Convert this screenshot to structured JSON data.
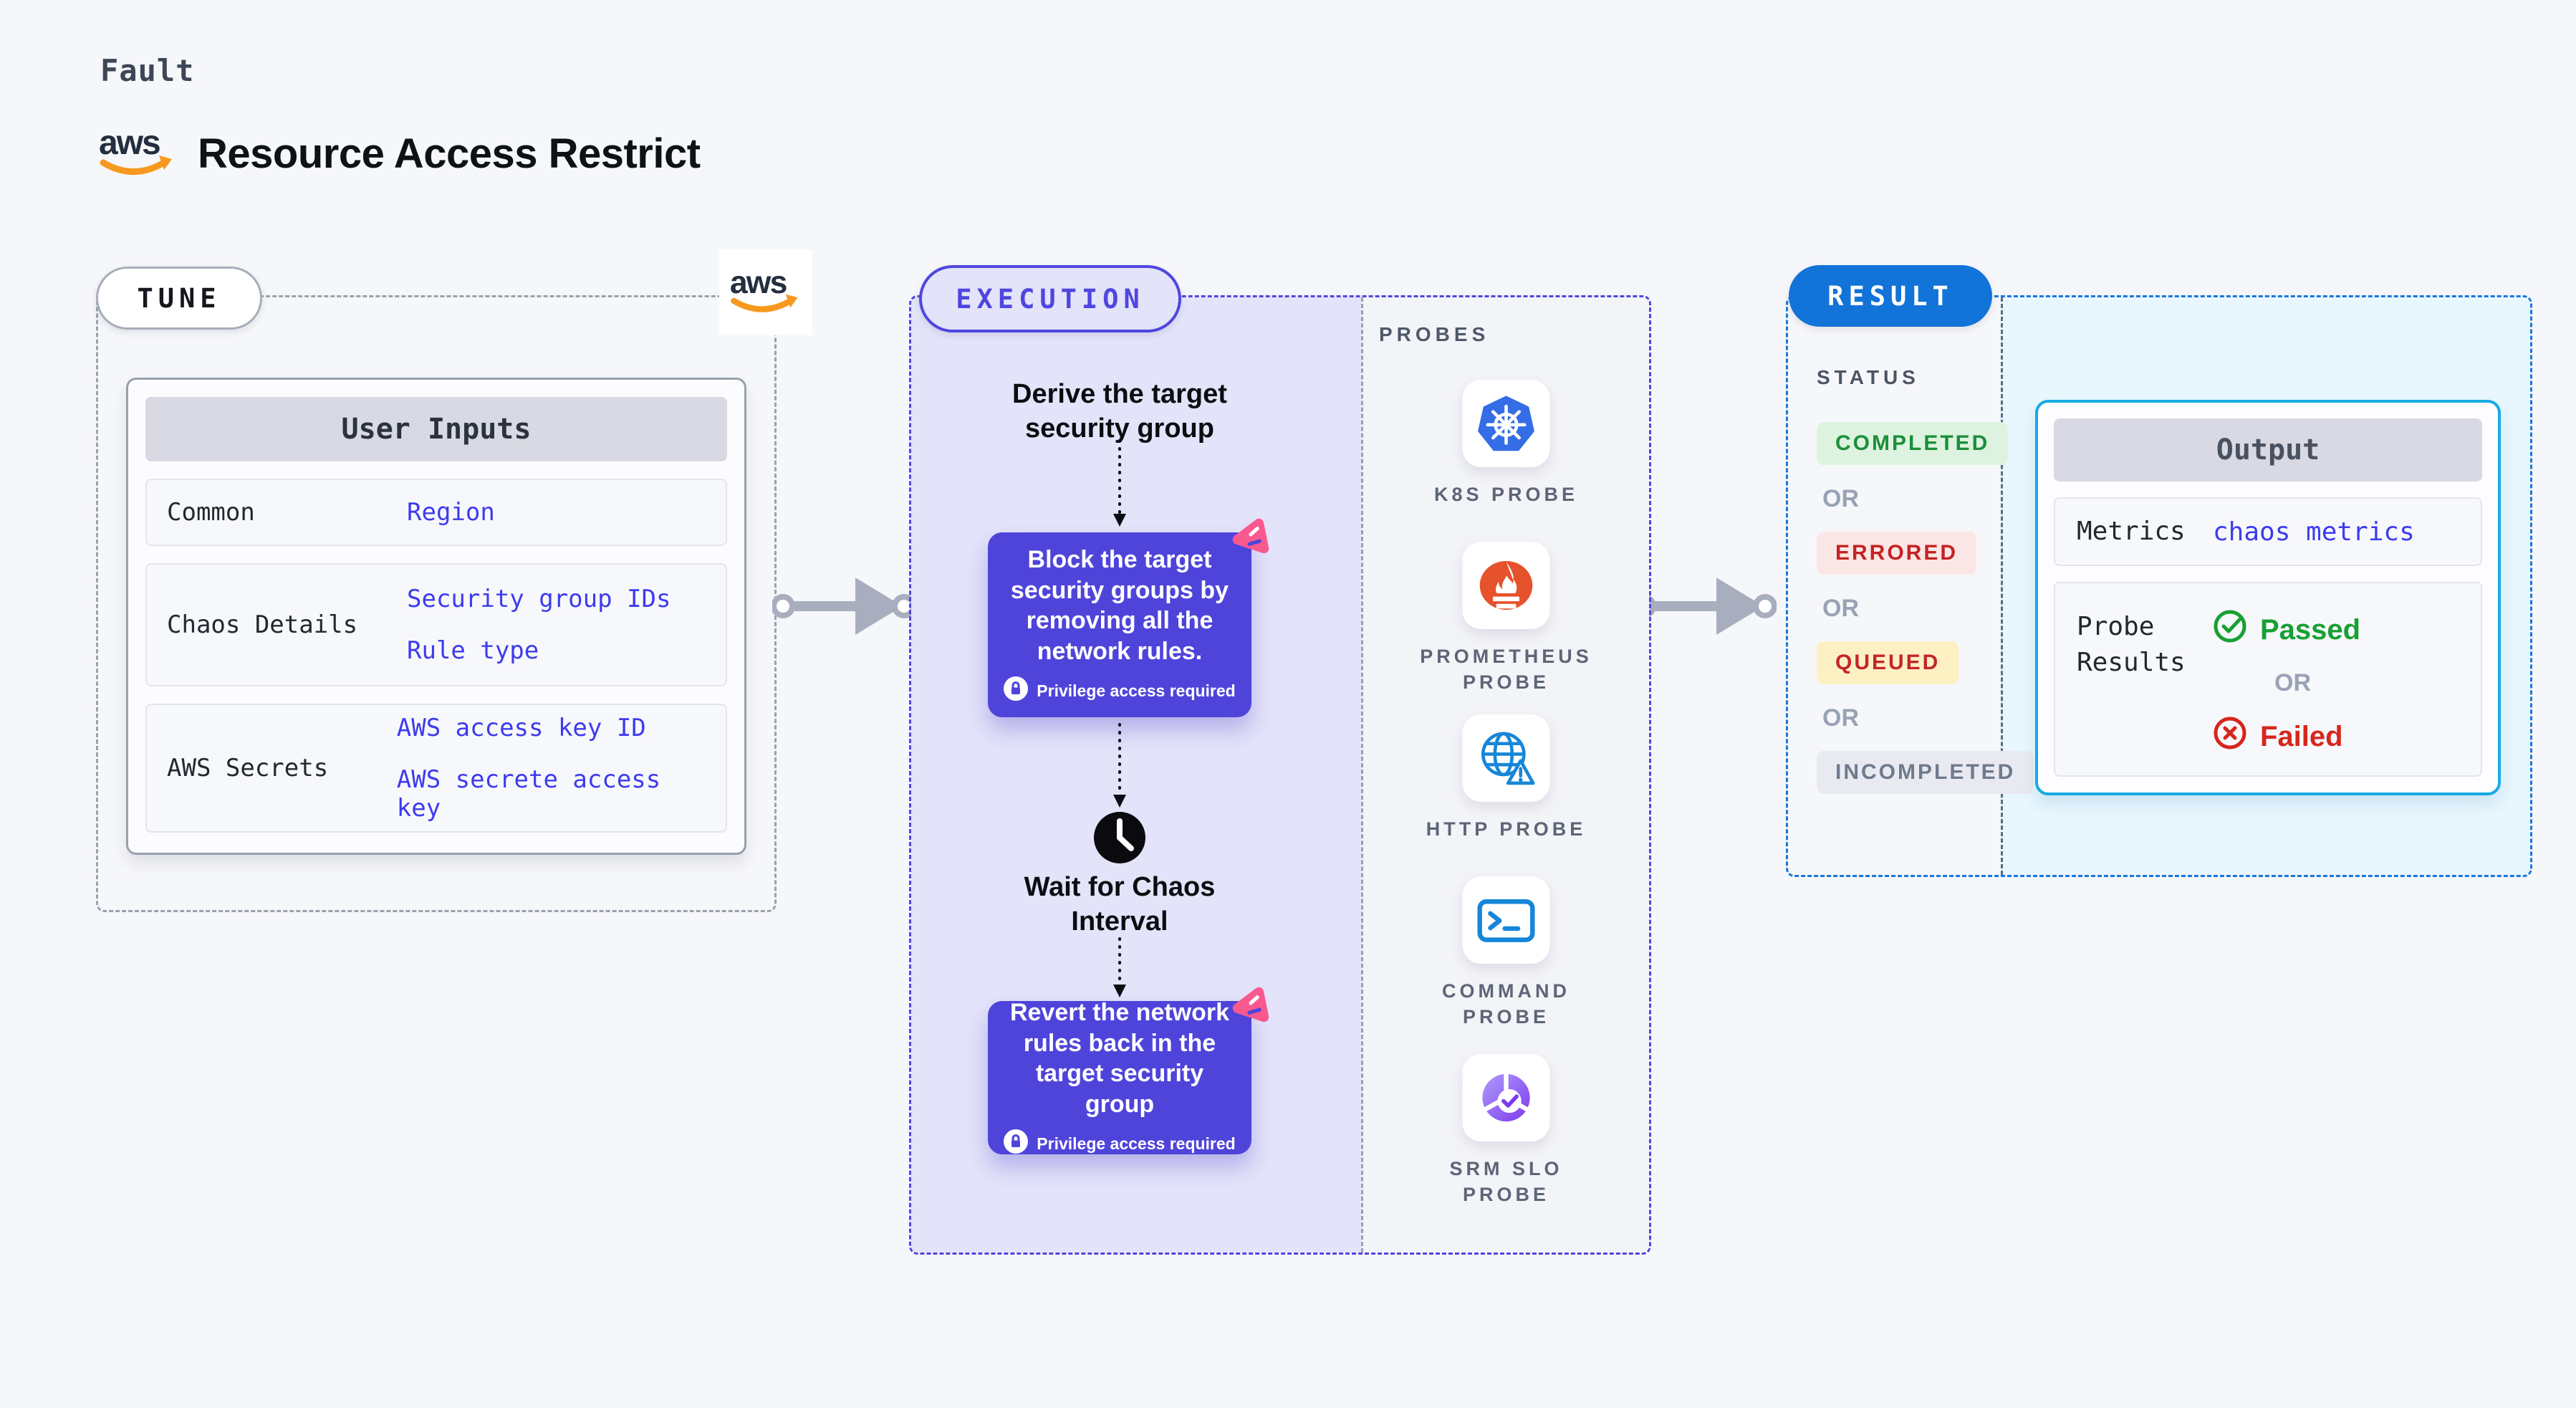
{
  "header": {
    "eyebrow": "Fault",
    "title": "Resource Access Restrict",
    "brand": "aws"
  },
  "tune": {
    "pill_label": "TUNE",
    "user_inputs": {
      "header": "User Inputs",
      "rows": [
        {
          "label": "Common",
          "values": [
            "Region"
          ]
        },
        {
          "label": "Chaos Details",
          "values": [
            "Security group IDs",
            "Rule type"
          ]
        },
        {
          "label": "AWS Secrets",
          "values": [
            "AWS access key ID",
            "AWS secrete access key"
          ]
        }
      ]
    }
  },
  "execution": {
    "pill_label": "EXECUTION",
    "derive_step": "Derive the target\nsecurity group",
    "block_step": "Block the target\nsecurity groups by\nremoving all the\nnetwork rules.",
    "wait_step": "Wait for Chaos\nInterval",
    "revert_step": "Revert the network\nrules back in the\ntarget security group",
    "privilege_note": "Privilege access required",
    "probes": {
      "title": "PROBES",
      "items": [
        {
          "label": "K8S PROBE",
          "icon": "kubernetes-icon"
        },
        {
          "label": "PROMETHEUS PROBE",
          "icon": "prometheus-icon"
        },
        {
          "label": "HTTP PROBE",
          "icon": "http-globe-icon"
        },
        {
          "label": "COMMAND PROBE",
          "icon": "terminal-icon"
        },
        {
          "label": "SRM SLO PROBE",
          "icon": "srm-slo-icon"
        }
      ]
    }
  },
  "result": {
    "pill_label": "RESULT",
    "status": {
      "title": "STATUS",
      "or_label": "OR",
      "badges": [
        {
          "label": "COMPLETED",
          "text_color": "#1b8f3a",
          "bg_color": "#ddf3df"
        },
        {
          "label": "ERRORED",
          "text_color": "#c52222",
          "bg_color": "#fbe6e6"
        },
        {
          "label": "QUEUED",
          "text_color": "#c42430",
          "bg_color": "#fdf0c2"
        },
        {
          "label": "INCOMPLETED",
          "text_color": "#6f7a8d",
          "bg_color": "#e9eaf1"
        }
      ]
    },
    "output": {
      "header": "Output",
      "metrics_label": "Metrics",
      "metrics_value": "chaos metrics",
      "probe_label": "Probe Results",
      "passed_label": "Passed",
      "or_label": "OR",
      "failed_label": "Failed"
    }
  },
  "colors": {
    "accent_indigo": "#4f46e0",
    "accent_blue": "#1273d8",
    "accent_cyan": "#18aae3",
    "lavender_bg": "#e3e3fa",
    "cyan_bg": "#e8f6fd",
    "aws_orange": "#f7981f",
    "pink_logo": "#f9598f",
    "passed_green": "#18a034",
    "failed_red": "#d7261d"
  }
}
